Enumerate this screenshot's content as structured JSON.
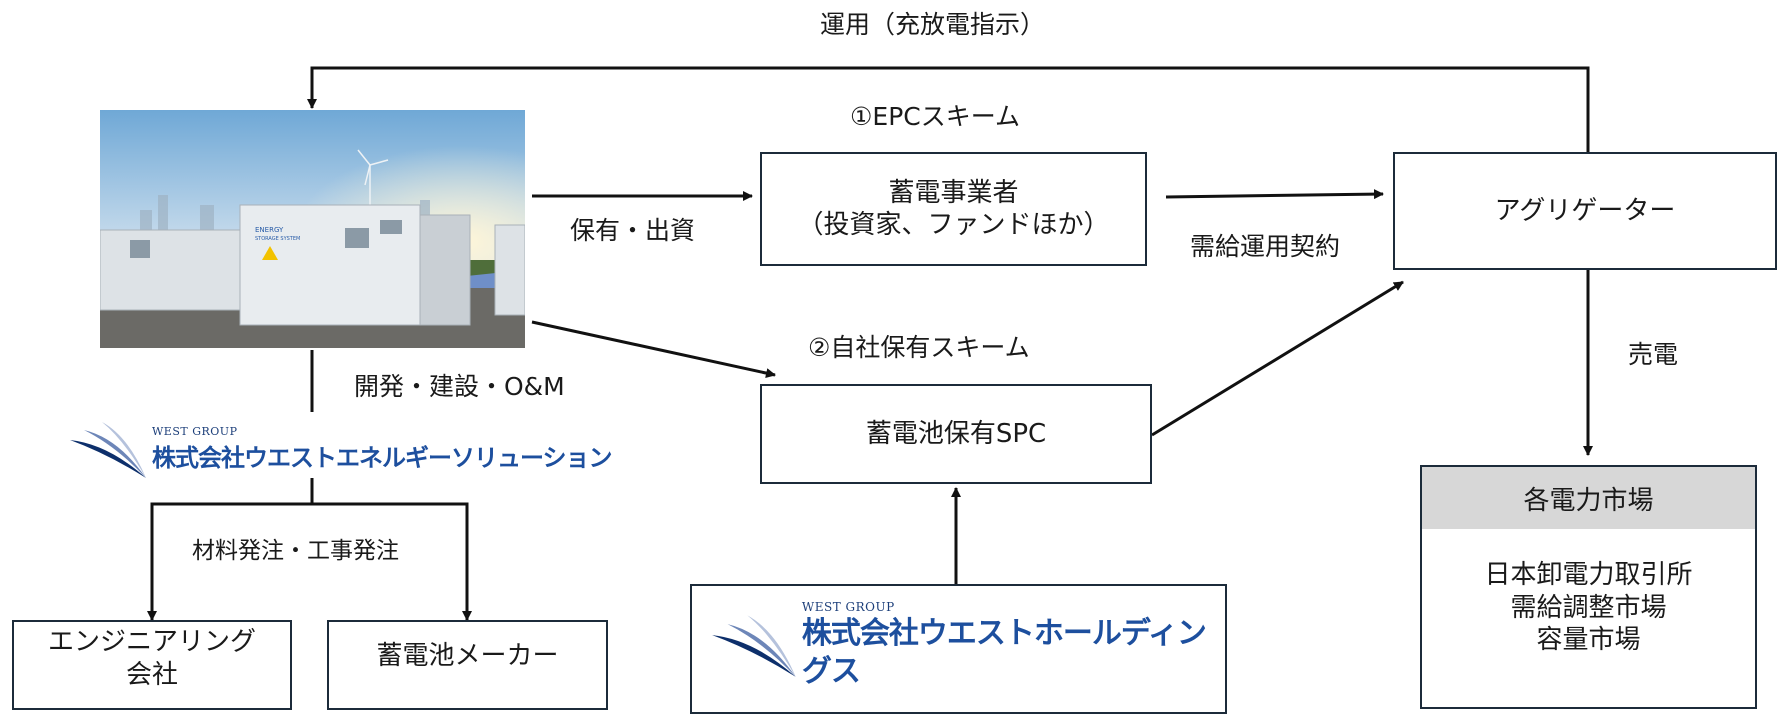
{
  "labels": {
    "operation": "運用（充放電指示）",
    "epc_scheme": "①EPCスキーム",
    "own_scheme": "②自社保有スキーム",
    "ownership": "保有・出資",
    "supply_contract": "需給運用契約",
    "power_sale": "売電",
    "development": "開発・建設・O&M",
    "ordering": "材料発注・工事発注"
  },
  "boxes": {
    "storage_operator_line1": "蓄電事業者",
    "storage_operator_line2": "（投資家、ファンドほか）",
    "aggregator": "アグリゲーター",
    "spc": "蓄電池保有SPC",
    "engineering_line1": "エンジニアリング",
    "engineering_line2": "会社",
    "battery_maker": "蓄電池メーカー"
  },
  "market": {
    "header": "各電力市場",
    "items": [
      "日本卸電力取引所",
      "需給調整市場",
      "容量市場"
    ]
  },
  "logos": {
    "energy_solution": {
      "group": "WEST GROUP",
      "name": "株式会社ウエストエネルギーソリューション"
    },
    "holdings": {
      "group": "WEST GROUP",
      "name": "株式会社ウエストホールディングス"
    }
  },
  "photo": {
    "container_text_1": "ENERGY",
    "container_text_2": "STORAGE SYSTEM"
  },
  "colors": {
    "line": "#111111",
    "box_border": "#1c2b3a",
    "logo_blue": "#1d4f9e",
    "market_header": "#d7d7d7"
  }
}
